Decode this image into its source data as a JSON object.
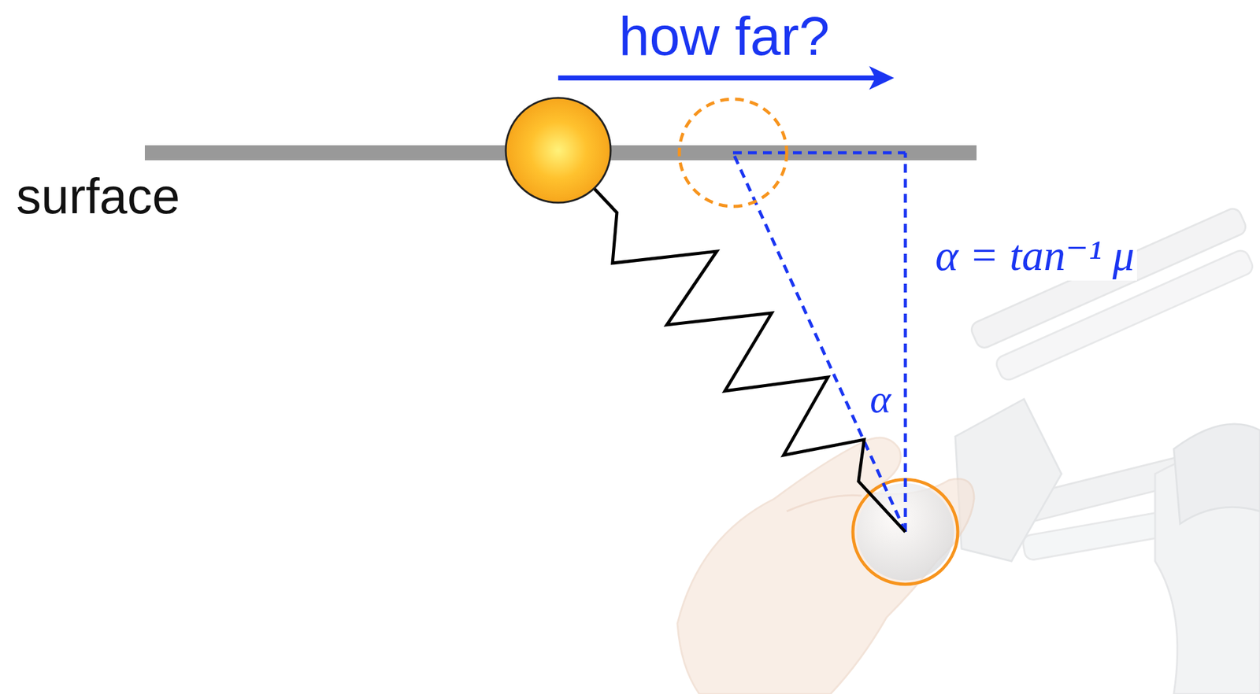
{
  "diagram": {
    "labels": [
      "how far?",
      "surface",
      "α = tan⁻¹ μ",
      "α"
    ]
  }
}
